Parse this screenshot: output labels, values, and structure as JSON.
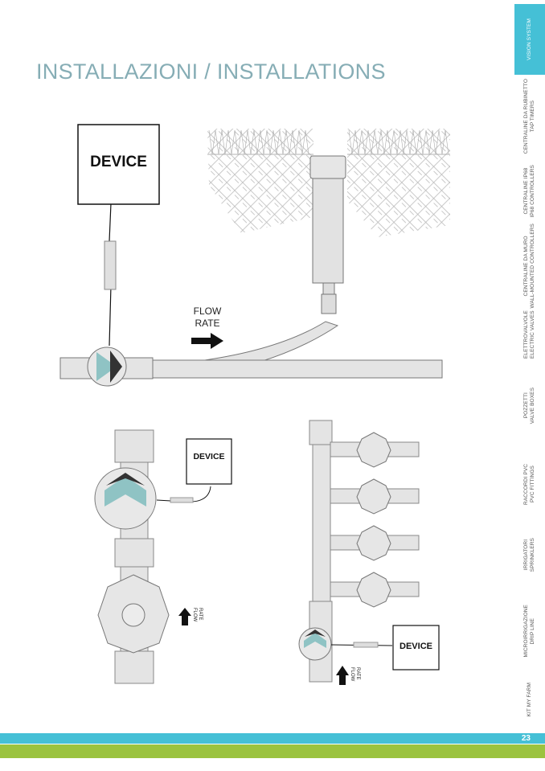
{
  "page": {
    "title": "INSTALLAZIONI / INSTALLATIONS",
    "page_number": "23"
  },
  "sidebar": {
    "items": [
      {
        "line1": "VISION SYSTEM",
        "line2": "",
        "active": true
      },
      {
        "line1": "CENTRALINE DA RUBINETTO",
        "line2": "TAP TIMERS"
      },
      {
        "line1": "CENTRALINE IP68",
        "line2": "IP68 CONTROLLERS"
      },
      {
        "line1": "CENTRALINE DA MURO",
        "line2": "WALL-MOUNTED CONTROLLERS"
      },
      {
        "line1": "ELETTROVALVOLE",
        "line2": "ELECTRIC VALVES"
      },
      {
        "line1": "POZZETTI",
        "line2": "VALVE BOXES"
      },
      {
        "line1": "RACCORDI PVC",
        "line2": "PVC FITTINGS"
      },
      {
        "line1": "IRRIGATORI",
        "line2": "SPRINKLERS"
      },
      {
        "line1": "MICROIRRIGAZIONE",
        "line2": "DRIP LINE"
      },
      {
        "line1": "KIT MY FARM",
        "line2": ""
      }
    ]
  },
  "diagrams": {
    "top": {
      "device": "DEVICE",
      "flow_line1": "FLOW",
      "flow_line2": "RATE"
    },
    "bottom_left": {
      "device": "DEVICE",
      "flow_line1": "FLOW",
      "flow_line2": "RATE"
    },
    "bottom_right": {
      "device": "DEVICE",
      "flow_line1": "FLOW",
      "flow_line2": "RATE"
    }
  },
  "colors": {
    "accent_blue": "#45c0d6",
    "accent_green": "#9bc33f",
    "title": "#86adb5",
    "valve_teal": "#8fc3c4"
  }
}
